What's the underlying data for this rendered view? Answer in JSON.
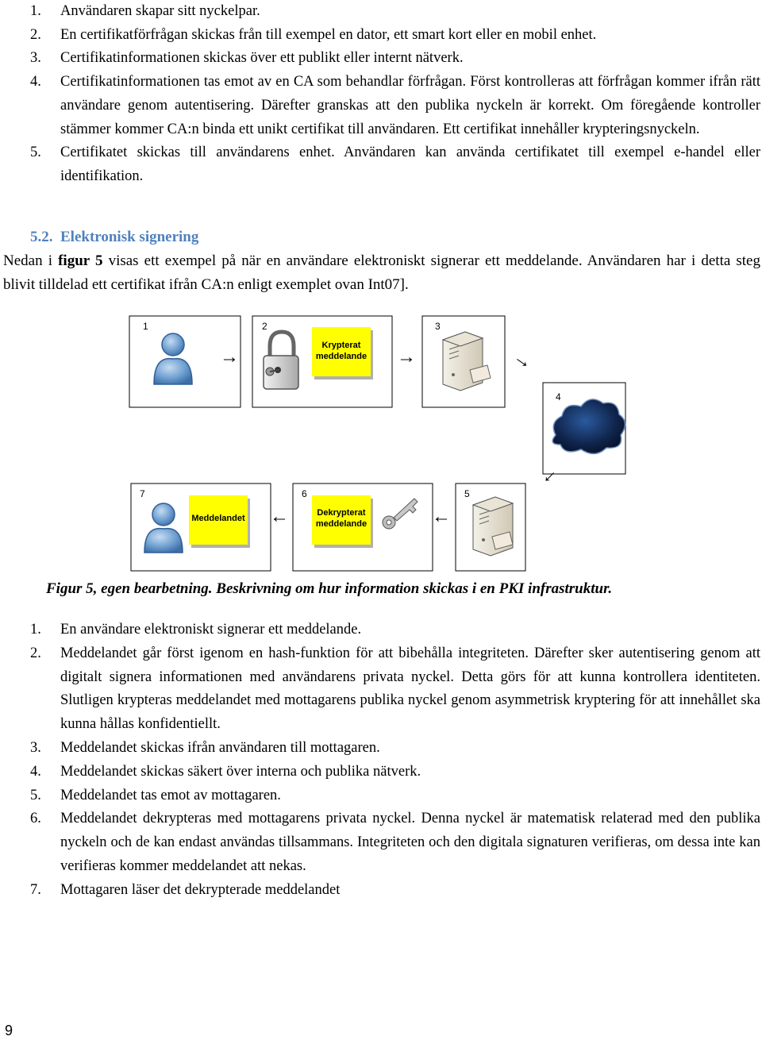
{
  "list_top": [
    {
      "num": "1.",
      "text": "Användaren skapar sitt nyckelpar."
    },
    {
      "num": "2.",
      "text": "En certifikatförfrågan skickas från till exempel en dator, ett smart kort eller en mobil enhet."
    },
    {
      "num": "3.",
      "text": "Certifikatinformationen skickas över ett publikt eller internt nätverk."
    },
    {
      "num": "4.",
      "text": "Certifikatinformationen tas emot av en CA som behandlar förfrågan. Först kontrolleras att förfrågan kommer ifrån rätt användare genom autentisering. Därefter granskas att den publika nyckeln är korrekt. Om föregående kontroller stämmer kommer CA:n binda ett unikt certifikat till användaren. Ett certifikat innehåller krypteringsnyckeln."
    },
    {
      "num": "5.",
      "text": "Certifikatet skickas till användarens enhet. Användaren kan använda certifikatet till exempel e-handel eller identifikation."
    }
  ],
  "section": {
    "number": "5.2.",
    "title": "Elektronisk signering"
  },
  "intro": {
    "before": "Nedan i ",
    "ref": "figur 5",
    "after": " visas ett exempel på när en användare elektroniskt signerar ett meddelande. Användaren har i detta steg blivit tilldelad ett certifikat ifrån CA:n enligt exemplet ovan Int07]."
  },
  "figure": {
    "steps": [
      "1",
      "2",
      "3",
      "4",
      "5",
      "6",
      "7"
    ],
    "encrypted_label": [
      "Krypterat",
      "meddelande"
    ],
    "decrypted_label": [
      "Dekrypterat",
      "meddelande"
    ],
    "message_label": "Meddelandet",
    "accent": "#ffff00",
    "icons": [
      "user-icon",
      "padlock-icon",
      "server-icon",
      "cloud-icon",
      "key-icon"
    ]
  },
  "caption": "Figur 5, egen bearbetning. Beskrivning om hur information skickas i en PKI infrastruktur.",
  "list_bottom": [
    {
      "num": "1.",
      "text": "En användare elektroniskt signerar ett meddelande."
    },
    {
      "num": "2.",
      "text": "Meddelandet går först igenom en hash-funktion för att bibehålla integriteten. Därefter sker autentisering genom att digitalt signera informationen med användarens privata nyckel. Detta görs för att kunna kontrollera identiteten. Slutligen krypteras meddelandet med mottagarens publika nyckel genom asymmetrisk kryptering för att innehållet ska kunna hållas konfidentiellt."
    },
    {
      "num": "3.",
      "text": "Meddelandet skickas ifrån användaren till mottagaren."
    },
    {
      "num": "4.",
      "text": "Meddelandet skickas säkert över interna och publika nätverk."
    },
    {
      "num": "5.",
      "text": "Meddelandet tas emot av mottagaren."
    },
    {
      "num": "6.",
      "text": "Meddelandet dekrypteras med mottagarens privata nyckel. Denna nyckel är matematisk relaterad med den publika nyckeln och de kan endast användas tillsammans. Integriteten och den digitala signaturen verifieras, om dessa inte kan verifieras kommer meddelandet att nekas."
    },
    {
      "num": "7.",
      "text": "Mottagaren läser det dekrypterade meddelandet"
    }
  ],
  "page_number": "9"
}
